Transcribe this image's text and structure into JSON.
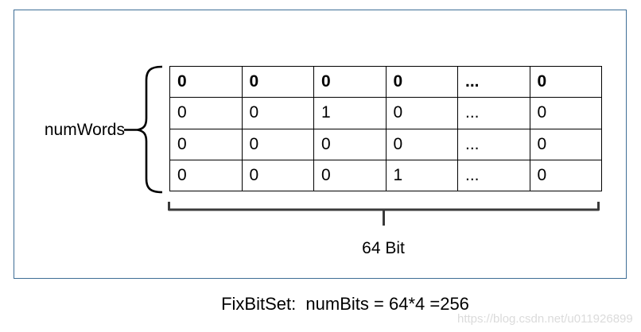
{
  "diagram": {
    "num_words_label": "numWords",
    "bit_width_label": "64 Bit",
    "caption": "FixBitSet:  numBits = 64*4 =256",
    "watermark": "https://blog.csdn.net/u011926899",
    "table": {
      "rows": [
        [
          "0",
          "0",
          "0",
          "0",
          "...",
          "0"
        ],
        [
          "0",
          "0",
          "1",
          "0",
          "...",
          "0"
        ],
        [
          "0",
          "0",
          "0",
          "0",
          "...",
          "0"
        ],
        [
          "0",
          "0",
          "0",
          "1",
          "...",
          "0"
        ]
      ]
    },
    "colors": {
      "frame_border": "#3e6e96",
      "table_border": "#000000",
      "brace": "#3a3a3a",
      "text": "#000000",
      "watermark_text": "#dbdbdb"
    }
  }
}
